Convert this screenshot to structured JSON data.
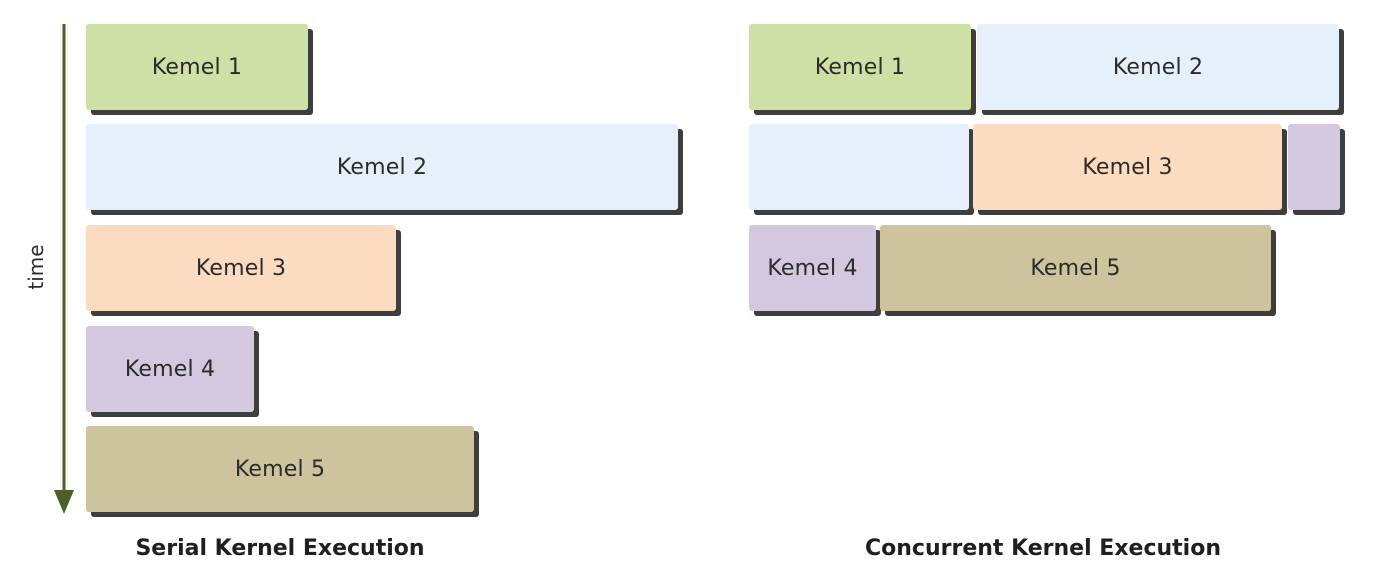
{
  "time_label": "time",
  "serial": {
    "caption": "Serial Kernel Execution",
    "kernels": [
      "Kemel 1",
      "Kemel 2",
      "Kemel 3",
      "Kemel 4",
      "Kemel 5"
    ]
  },
  "concurrent": {
    "caption": "Concurrent Kernel Execution",
    "kernels": [
      "Kemel 1",
      "Kemel 2",
      "Kemel 3",
      "Kemel 4",
      "Kemel 5"
    ]
  },
  "colors": {
    "kernel_1": "#cfe0a6",
    "kernel_2": "#e6f0fa",
    "kernel_3": "#fcdcc0",
    "kernel_4": "#d4c8e0",
    "kernel_5": "#cdc49e",
    "arrow": "#4f5e28",
    "shadow": "#3e3e3e"
  }
}
